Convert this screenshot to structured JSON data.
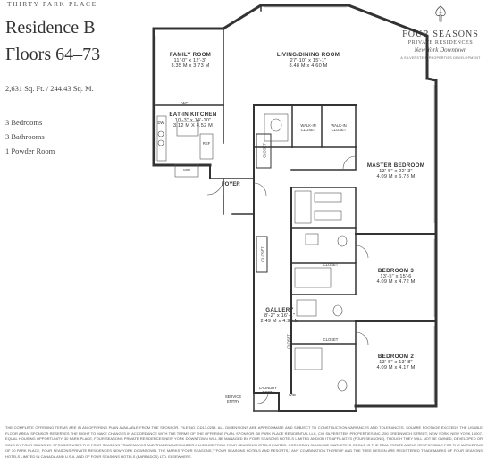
{
  "header": {
    "building": "THIRTY PARK PLACE",
    "residence": "Residence B",
    "floors": "Floors 64–73",
    "area": "2,631 Sq. Ft. / 244.43 Sq. M.",
    "bedrooms": "3 Bedrooms",
    "bathrooms": "3 Bathrooms",
    "powder": "1 Powder Room"
  },
  "logo": {
    "name": "FOUR SEASONS",
    "subtitle": "PRIVATE RESIDENCES",
    "city": "New York Downtown",
    "developer": "A SILVERSTEIN PROPERTIES DEVELOPMENT",
    "icon": "tree-icon"
  },
  "rooms": {
    "family": {
      "name": "FAMILY ROOM",
      "dims_ft": "11'-0\" x 12'-3\"",
      "dims_m": "3.35 M x 3.73 M"
    },
    "living": {
      "name": "LIVING/DINING ROOM",
      "dims_ft": "27'-10\" x 15'-1\"",
      "dims_m": "8.48 M x 4.60 M"
    },
    "kitchen": {
      "name": "EAT-IN KITCHEN",
      "dims_ft": "10'-3\" x 14'-10\"",
      "dims_m": "3.12 M X 4.52 M"
    },
    "master": {
      "name": "MASTER BEDROOM",
      "dims_ft": "13'-5\" x 22'-3\"",
      "dims_m": "4.09 M x 6.78 M"
    },
    "bed3": {
      "name": "BEDROOM 3",
      "dims_ft": "13'-5\" x 15'-6",
      "dims_m": "4.09 M x 4.72 M"
    },
    "bed2": {
      "name": "BEDROOM 2",
      "dims_ft": "13'-5\" x 13'-8\"",
      "dims_m": "4.09 M x 4.17 M"
    },
    "gallery": {
      "name": "GALLERY",
      "dims_ft": "8'-2\" x 16'-1\"",
      "dims_m": "2.49 M x 4.90 M"
    },
    "foyer": "FOYER"
  },
  "small_labels": {
    "walkin1": "WALK-IN\nCLOSET",
    "walkin2": "WALK-IN\nCLOSET",
    "closet_a": "CLOSET",
    "closet_b": "CLOSET",
    "closet_c": "CLOSET",
    "closet_d": "CLOSET",
    "closet_e": "CLOSET",
    "laundry": "LAUNDRY\nROOM",
    "wd": "W/D",
    "service": "SERVICE\nENTRY",
    "wc": "WC",
    "dw": "DW",
    "ref": "REF",
    "mw": "MW"
  },
  "disclaimer": "THE COMPLETE OFFERING TERMS ARE IN AN OFFERING PLAN AVAILABLE FROM THE SPONSOR. FILE NO. CD13-0258. ALL DIMENSIONS ARE APPROXIMATE AND SUBJECT TO CONSTRUCTION VARIANCES AND TOLERANCES. SQUARE FOOTAGE EXCEEDS THE USABLE FLOOR AREA. SPONSOR RESERVES THE RIGHT TO MAKE CHANGES IN ACCORDANCE WITH THE TERMS OF THE OFFERING PLAN. SPONSOR: 30 PARK PLACE RESIDENTIAL LLC, C/O SILVERSTEIN PROPERTIES INC. 250 GREENWICH STREET, NEW YORK, NEW YORK 10007. EQUAL HOUSING OPPORTUNITY. 30 PARK PLACE, FOUR SEASONS PRIVATE RESIDENCES NEW YORK DOWNTOWN WILL BE MANAGED BY FOUR SEASONS HOTELS LIMITED AND/OR ITS AFFILIATES (FOUR SEASONS), THOUGH THEY WILL NOT BE OWNED, DEVELOPED OR SOLD BY FOUR SEASONS. SPONSOR USES THE FOUR SEASONS TRADEMARKS AND TRADENAMES UNDER A LICENSE FROM FOUR SEASONS HOTELS LIMITED. CORCORAN SUNSHINE MARKETING GROUP IS THE REAL ESTATE AGENT RESPONSIBLE FOR THE MARKETING OF 30 PARK PLACE, FOUR SEASONS PRIVATE RESIDENCES NEW YORK DOWNTOWN. THE MARKS \"FOUR SEASONS,\" \"FOUR SEASONS HOTELS AND RESORTS,\" ANY COMBINATION THEREOF AND THE TREE DESIGN ARE REGISTERED TRADEMARKS OF FOUR SEASONS HOTELS LIMITED IN CANADA AND U.S.A. AND OF FOUR SEASONS HOTELS (BARBADOS) LTD. ELSEWHERE."
}
